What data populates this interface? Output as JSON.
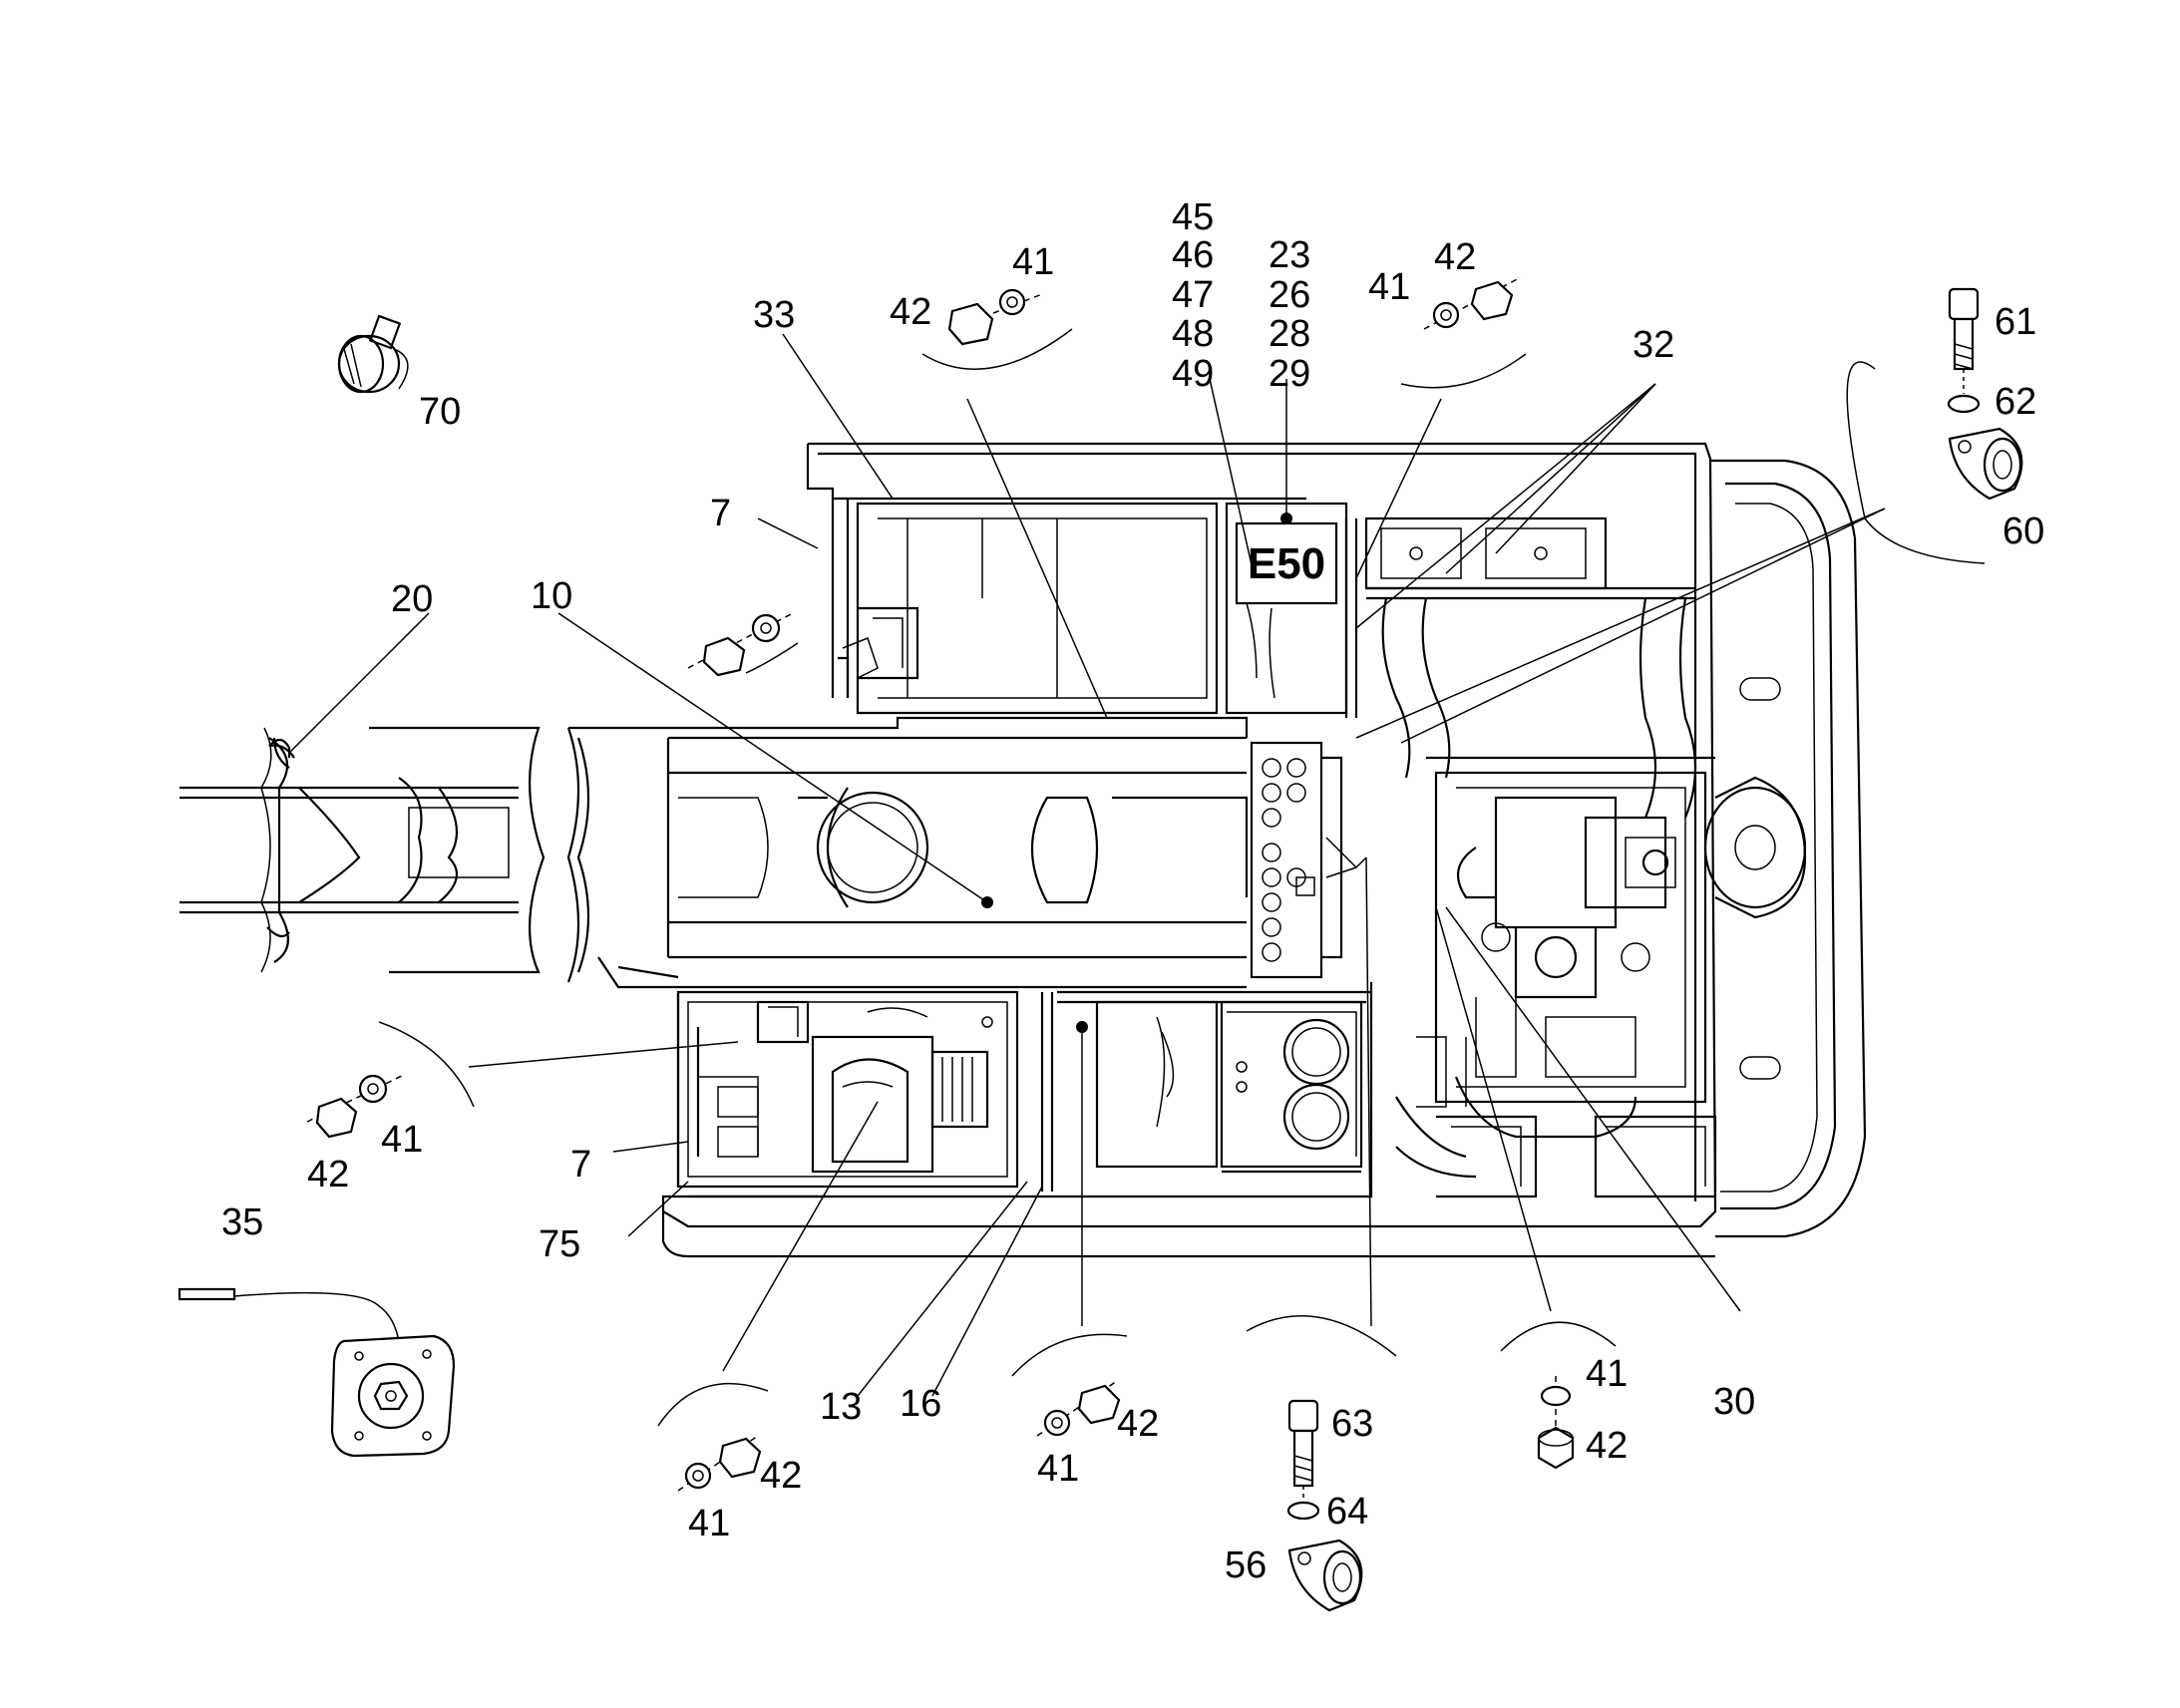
{
  "diagram": {
    "callouts": {
      "c70": "70",
      "c33": "33",
      "c41_top": "41",
      "c42_top": "42",
      "c45": "45",
      "c46": "46",
      "c47": "47",
      "c48": "48",
      "c49": "49",
      "c23": "23",
      "c26": "26",
      "c28": "28",
      "c29": "29",
      "c42_topright": "42",
      "c41_topright": "41",
      "c32": "32",
      "c61": "61",
      "c62": "62",
      "c60": "60",
      "c7_upper": "7",
      "c20": "20",
      "c10": "10",
      "c41_left": "41",
      "c42_left": "42",
      "c7_lower": "7",
      "c75": "75",
      "c35": "35",
      "c13": "13",
      "c16": "16",
      "c42_bl": "42",
      "c41_bl": "41",
      "c42_bm": "42",
      "c41_bm": "41",
      "c63": "63",
      "c64": "64",
      "c56": "56",
      "c41_br": "41",
      "c42_br": "42",
      "c30": "30"
    },
    "panel_label": "E50"
  }
}
